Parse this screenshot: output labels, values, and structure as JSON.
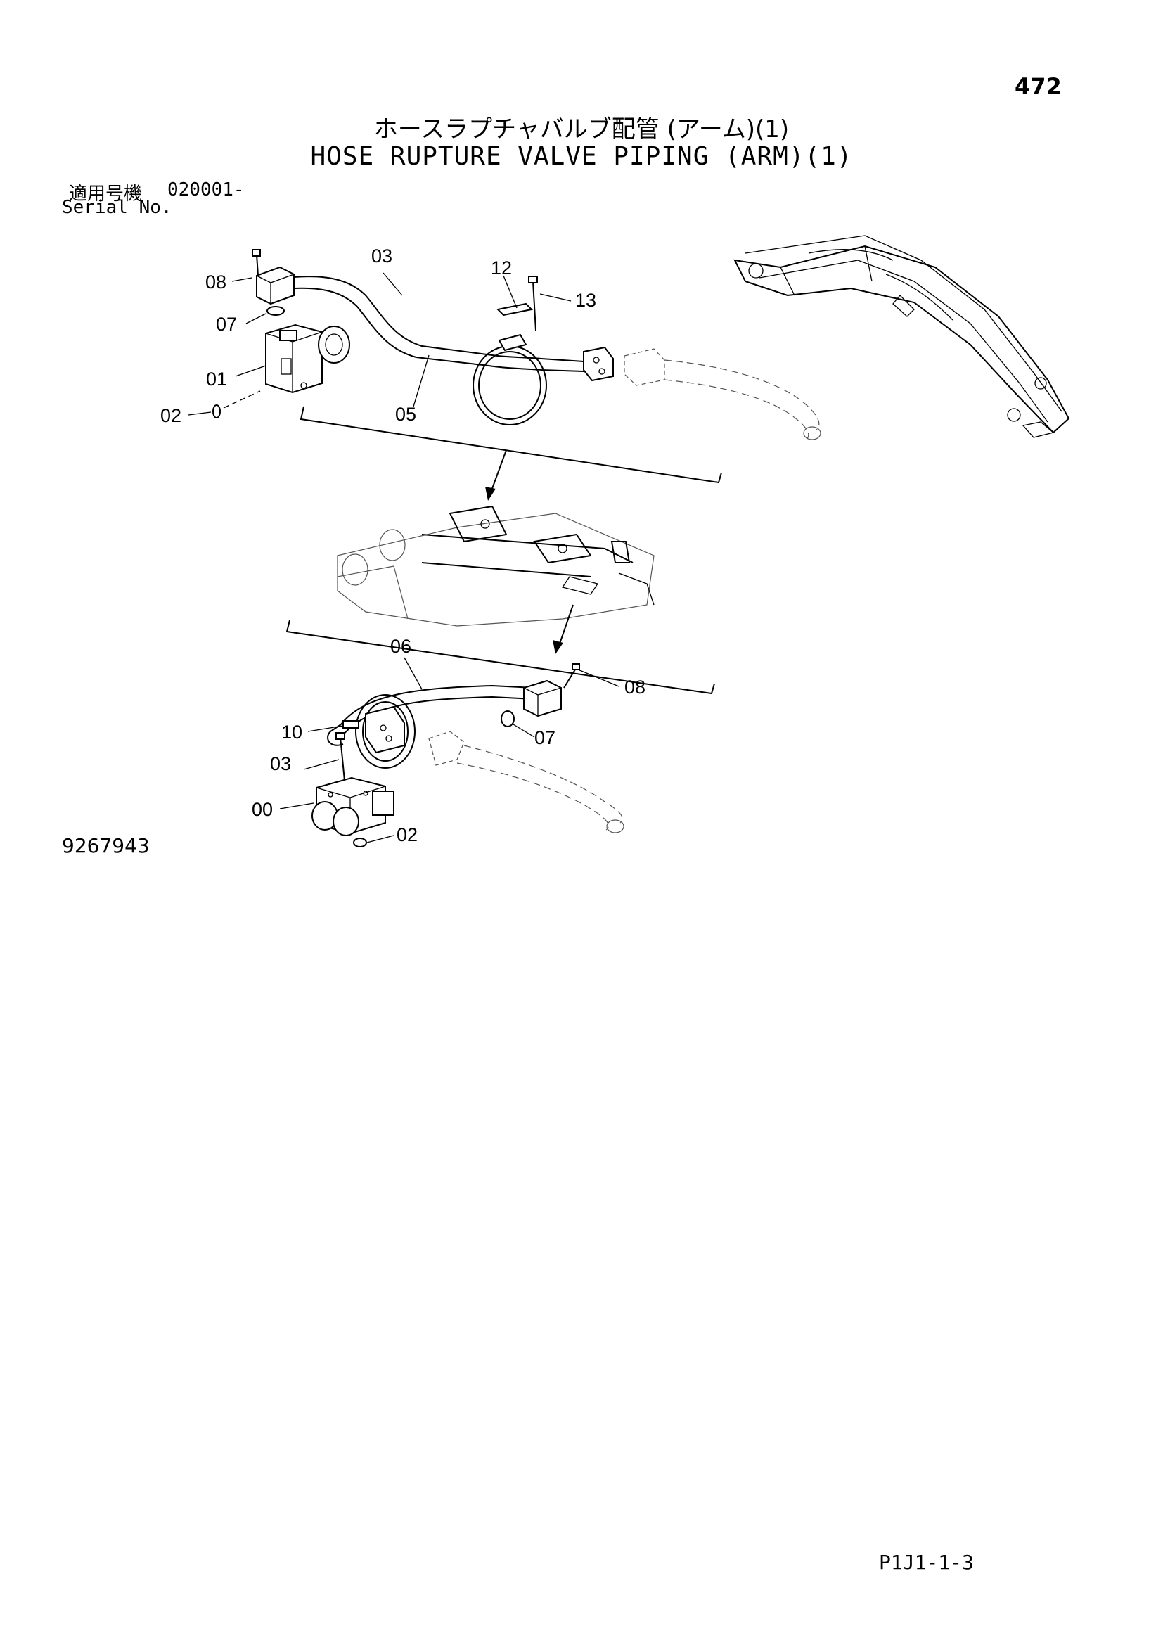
{
  "page_number": "472",
  "title_jp": "ホースラプチャバルブ配管 (アーム)(1)",
  "title_en": "HOSE RUPTURE VALVE PIPING (ARM)(1)",
  "serial": {
    "label_jp": "適用号機",
    "label_en": "Serial No.",
    "value": "020001-"
  },
  "callouts": {
    "top": {
      "c08": "08",
      "c07": "07",
      "c01": "01",
      "c02": "02",
      "c03": "03",
      "c05": "05",
      "c12": "12",
      "c13": "13"
    },
    "bottom": {
      "c06": "06",
      "c08": "08",
      "c07": "07",
      "c10": "10",
      "c03": "03",
      "c00": "00",
      "c02": "02"
    }
  },
  "drawing_number": "9267943",
  "page_code": "P1J1-1-3"
}
